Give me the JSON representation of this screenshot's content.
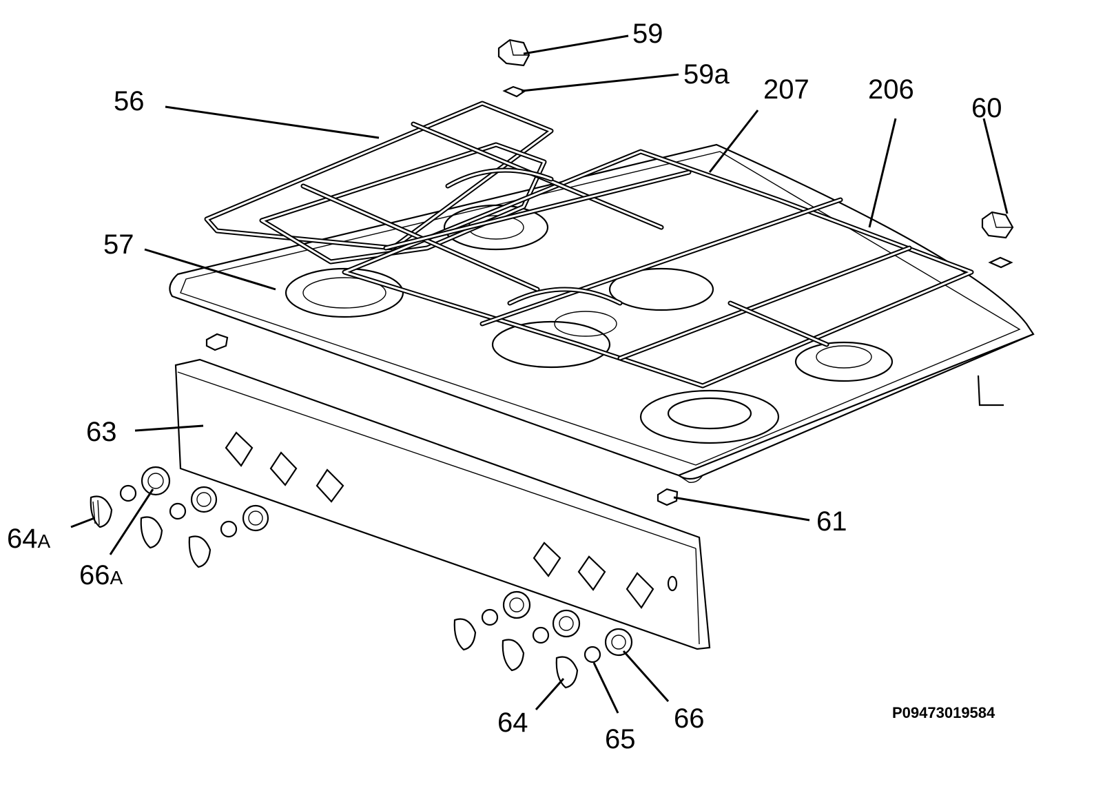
{
  "diagram": {
    "labels": {
      "l59": "59",
      "l59a": "59a",
      "l207": "207",
      "l206": "206",
      "l56": "56",
      "l60": "60",
      "l57": "57",
      "l63": "63",
      "l61": "61",
      "l64a_num": "64",
      "l64a_suffix": "A",
      "l66a_num": "66",
      "l66a_suffix": "A",
      "l64": "64",
      "l65": "65",
      "l66": "66"
    },
    "reference_code": "P09473019584"
  }
}
